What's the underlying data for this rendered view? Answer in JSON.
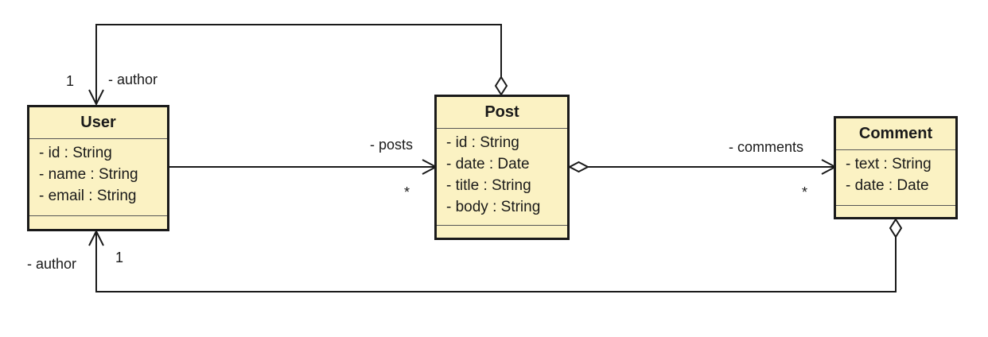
{
  "classes": {
    "user": {
      "name": "User",
      "attributes": [
        "- id : String",
        "- name : String",
        "- email : String"
      ]
    },
    "post": {
      "name": "Post",
      "attributes": [
        "- id : String",
        "- date : Date",
        "- title : String",
        "- body : String"
      ]
    },
    "comment": {
      "name": "Comment",
      "attributes": [
        "- text : String",
        "- date : Date"
      ]
    }
  },
  "associations": {
    "post_author": {
      "role": "- author",
      "multiplicity": "1"
    },
    "user_posts": {
      "role": "- posts",
      "multiplicity": "*"
    },
    "post_comments": {
      "role": "- comments",
      "multiplicity": "*"
    },
    "comment_author": {
      "role": "- author",
      "multiplicity": "1"
    }
  },
  "colors": {
    "class_fill": "#fbf2c3",
    "line": "#1a1a1a"
  }
}
